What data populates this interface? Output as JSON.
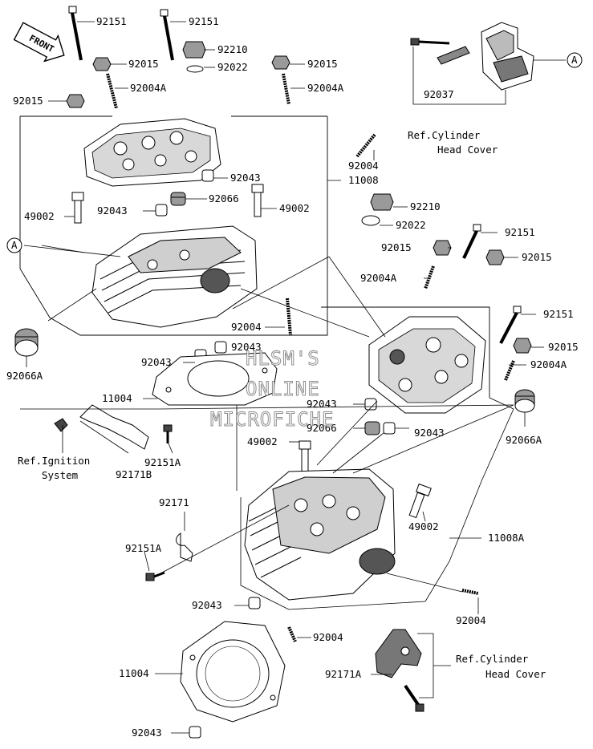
{
  "front_arrow": "FRONT",
  "watermark": [
    "HLSM'S",
    "ONLINE",
    "MICROFICHE"
  ],
  "callouts": {
    "a1": "A",
    "a2": "A"
  },
  "labels": [
    {
      "id": "l01",
      "text": "92151"
    },
    {
      "id": "l02",
      "text": "92151"
    },
    {
      "id": "l03",
      "text": "92210"
    },
    {
      "id": "l04",
      "text": "92022"
    },
    {
      "id": "l05",
      "text": "92015"
    },
    {
      "id": "l06",
      "text": "92015"
    },
    {
      "id": "l07",
      "text": "92004A"
    },
    {
      "id": "l08",
      "text": "92004A"
    },
    {
      "id": "l09",
      "text": "92015"
    },
    {
      "id": "l10",
      "text": "92037"
    },
    {
      "id": "l11",
      "text": "92043"
    },
    {
      "id": "l12",
      "text": "92004"
    },
    {
      "id": "l13",
      "text": "11008"
    },
    {
      "id": "l14",
      "text": "49002"
    },
    {
      "id": "l15",
      "text": "92043"
    },
    {
      "id": "l16",
      "text": "92066"
    },
    {
      "id": "l17",
      "text": "49002"
    },
    {
      "id": "l18",
      "text": "92210"
    },
    {
      "id": "l19",
      "text": "92022"
    },
    {
      "id": "l20",
      "text": "92015"
    },
    {
      "id": "l21",
      "text": "92151"
    },
    {
      "id": "l22",
      "text": "92015"
    },
    {
      "id": "l23",
      "text": "92004A"
    },
    {
      "id": "l24",
      "text": "92151"
    },
    {
      "id": "l25",
      "text": "92004"
    },
    {
      "id": "l26",
      "text": "92043"
    },
    {
      "id": "l27",
      "text": "92015"
    },
    {
      "id": "l28",
      "text": "92004A"
    },
    {
      "id": "l29",
      "text": "92043"
    },
    {
      "id": "l30",
      "text": "92066A"
    },
    {
      "id": "l31",
      "text": "11004"
    },
    {
      "id": "l32",
      "text": "92043"
    },
    {
      "id": "l33",
      "text": "92066"
    },
    {
      "id": "l34",
      "text": "92043"
    },
    {
      "id": "l35",
      "text": "92066A"
    },
    {
      "id": "l36",
      "text": "49002"
    },
    {
      "id": "l37",
      "text": "92151A"
    },
    {
      "id": "l38",
      "text": "92171B"
    },
    {
      "id": "l39",
      "text": "92171"
    },
    {
      "id": "l40",
      "text": "49002"
    },
    {
      "id": "l41",
      "text": "11008A"
    },
    {
      "id": "l42",
      "text": "92151A"
    },
    {
      "id": "l43",
      "text": "92043"
    },
    {
      "id": "l44",
      "text": "92004"
    },
    {
      "id": "l45",
      "text": "92004"
    },
    {
      "id": "l46",
      "text": "11004"
    },
    {
      "id": "l47",
      "text": "92171A"
    },
    {
      "id": "l48",
      "text": "92043"
    }
  ],
  "refs": {
    "top_right": [
      "Ref.Cylinder",
      "Head Cover"
    ],
    "ignition": [
      "Ref.Ignition",
      "System"
    ],
    "bottom_right": [
      "Ref.Cylinder",
      "Head Cover"
    ]
  }
}
